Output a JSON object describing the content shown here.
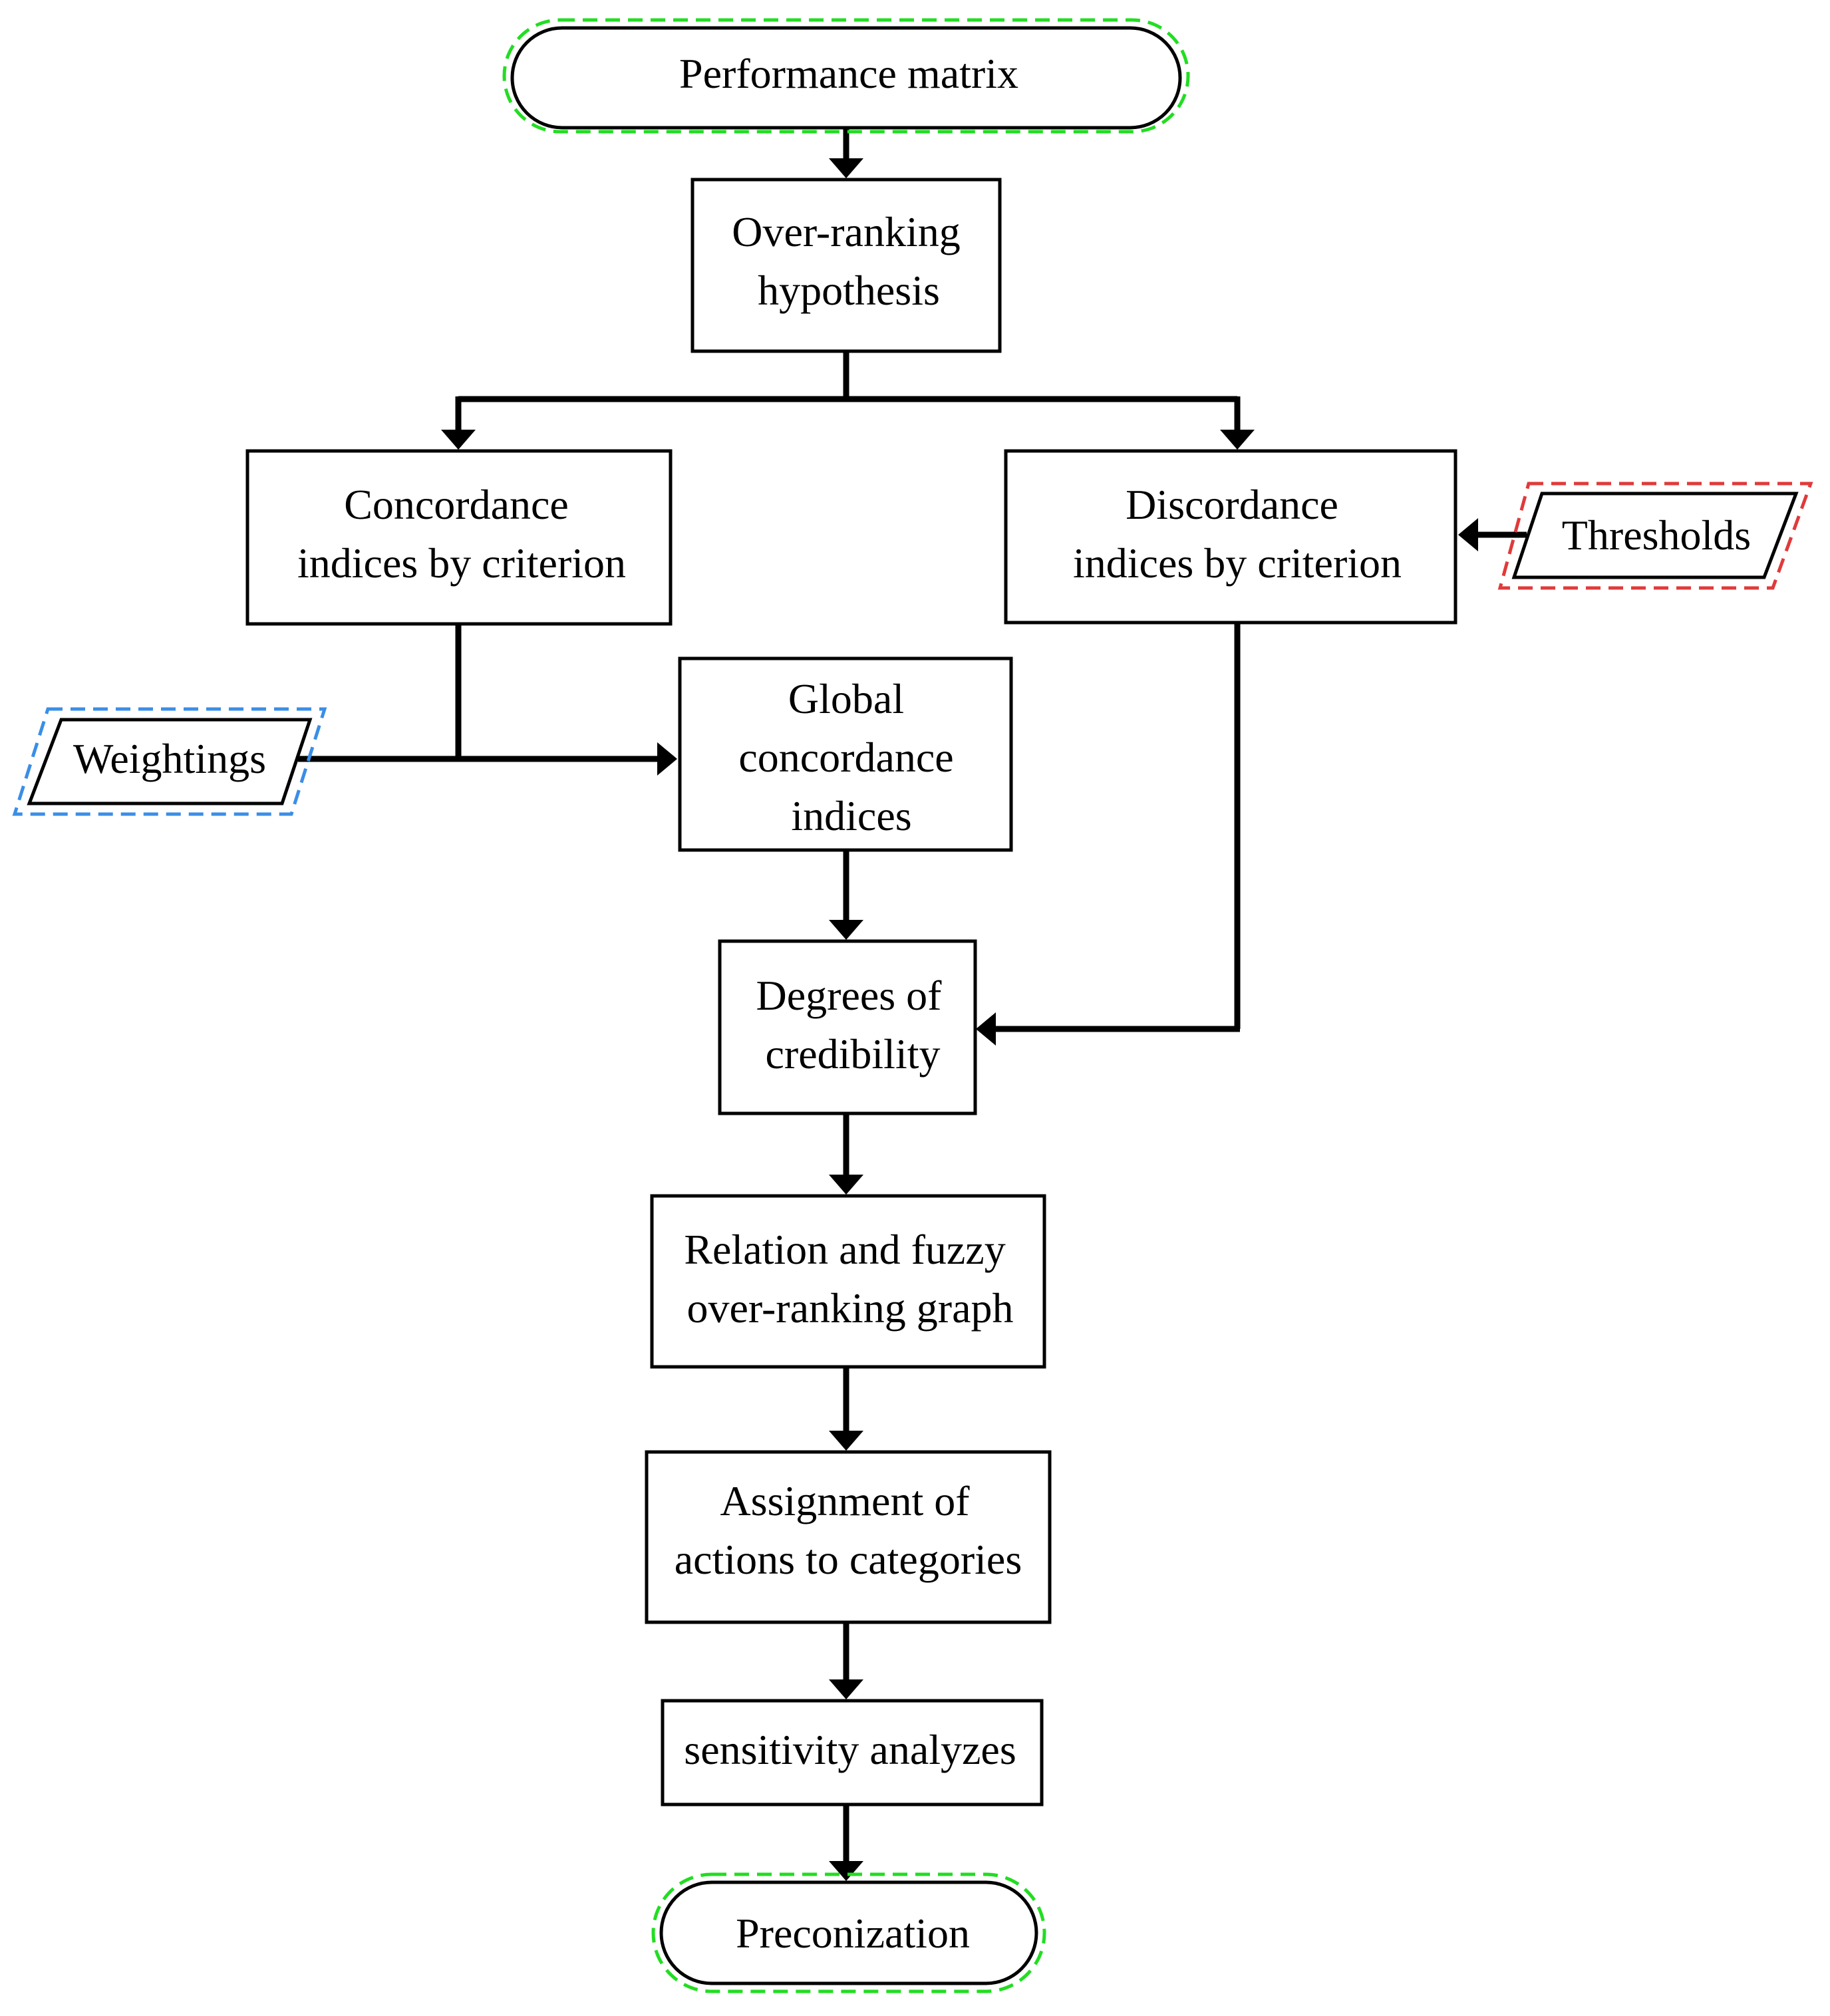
{
  "nodes": {
    "performance_matrix": "Performance matrix",
    "over_ranking_line1": "Over-ranking",
    "over_ranking_line2": "hypothesis",
    "concordance_line1": "Concordance",
    "concordance_line2": "indices by criterion",
    "discordance_line1": "Discordance",
    "discordance_line2": "indices by criterion",
    "thresholds": "Thresholds",
    "weightings": "Weightings",
    "global_line1": "Global",
    "global_line2": "concordance",
    "global_line3": "indices",
    "degrees_line1": "Degrees of",
    "degrees_line2": "credibility",
    "relation_line1": "Relation and fuzzy",
    "relation_line2": "over-ranking graph",
    "assignment_line1": "Assignment of",
    "assignment_line2": "actions to categories",
    "sensitivity": "sensitivity analyzes",
    "preconization": "Preconization"
  },
  "colors": {
    "terminal_outline": "#22dd22",
    "weightings_outline": "#3a8ee6",
    "thresholds_outline": "#e03a3a",
    "line": "#000000"
  }
}
